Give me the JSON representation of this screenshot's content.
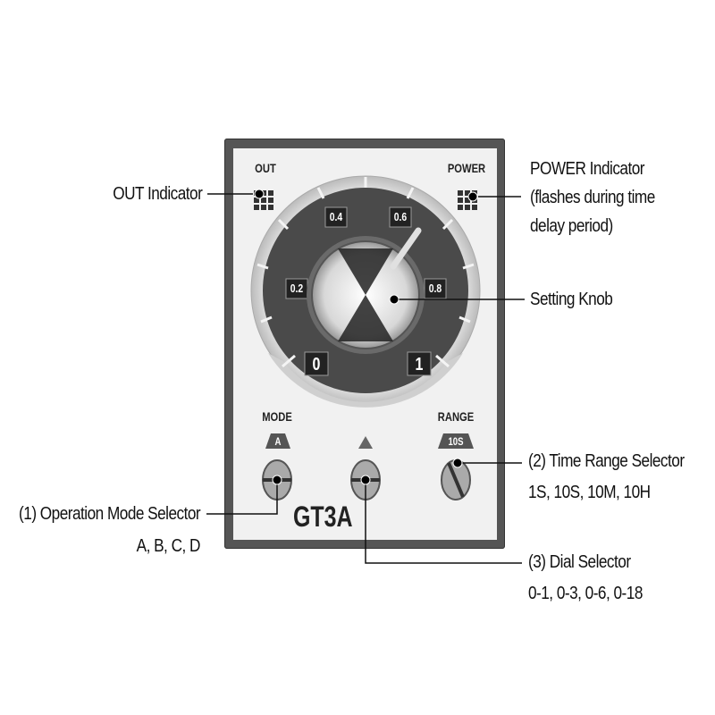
{
  "device": {
    "model": "GT3A",
    "out_label": "OUT",
    "power_label": "POWER",
    "mode_label": "MODE",
    "range_label": "RANGE",
    "mode_value": "A",
    "range_value": "10S",
    "dial_marks": [
      "0",
      "0.2",
      "0.4",
      "0.6",
      "0.8",
      "1"
    ]
  },
  "callouts": {
    "out_indicator": "OUT Indicator",
    "power_indicator_line1": "POWER Indicator",
    "power_indicator_line2": "(flashes during time",
    "power_indicator_line3": "delay period)",
    "setting_knob": "Setting Knob",
    "time_range_title": "(2) Time Range Selector",
    "time_range_options": "1S, 10S, 10M, 10H",
    "operation_mode_title": "(1) Operation Mode Selector",
    "operation_mode_options": "A, B, C, D",
    "dial_selector_title": "(3) Dial Selector",
    "dial_selector_options": "0-1, 0-3, 0-6, 0-18"
  }
}
